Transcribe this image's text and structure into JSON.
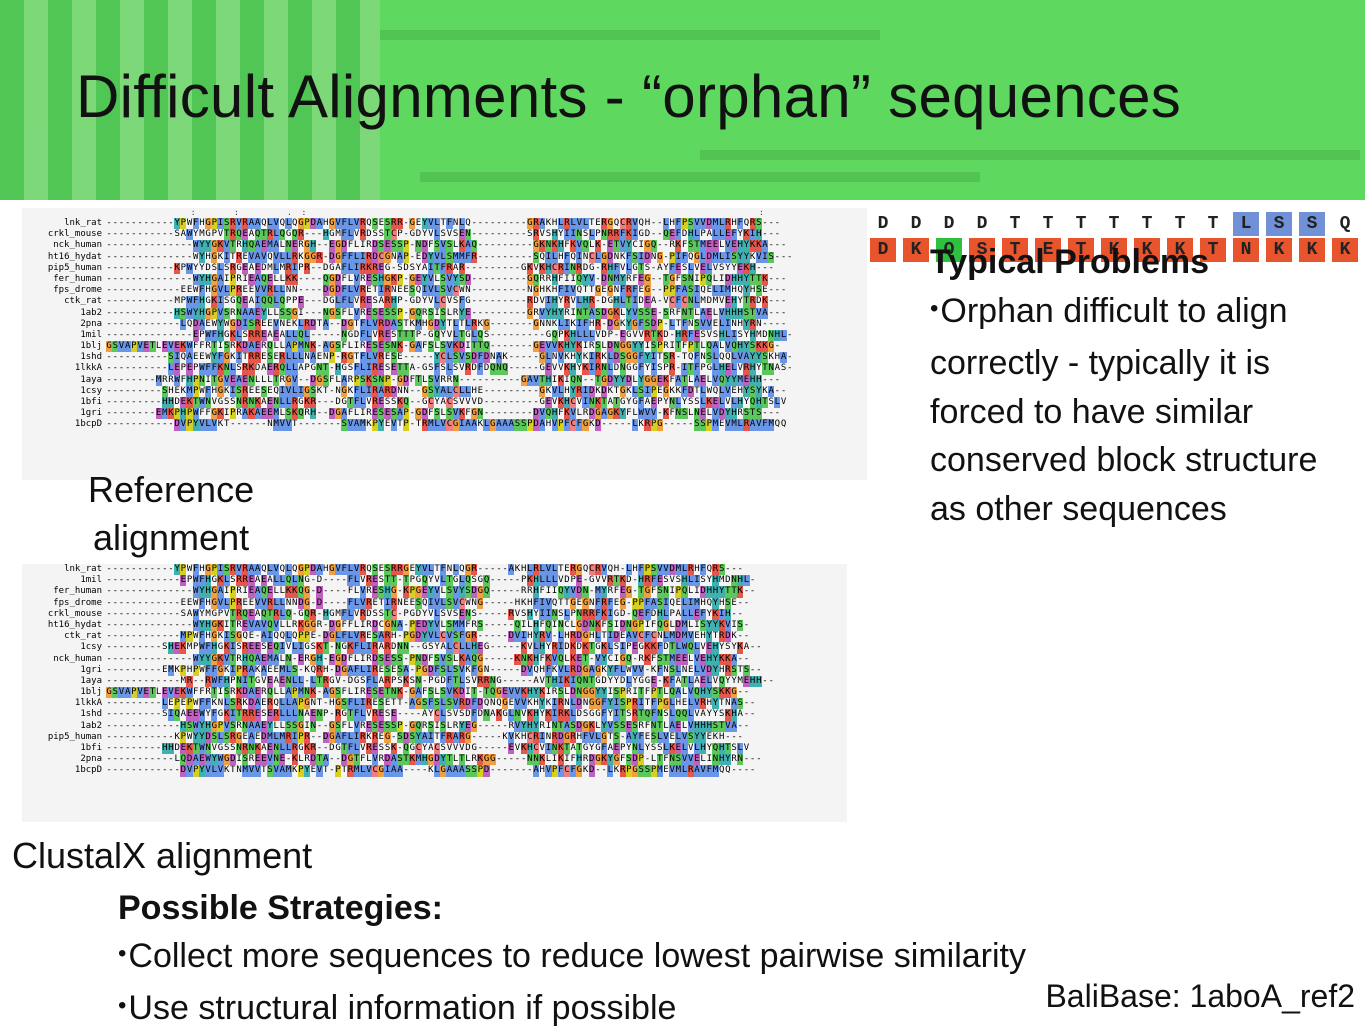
{
  "slide": {
    "title": "Difficult Alignments - “orphan” sequences",
    "reference_caption_line1": "Reference",
    "reference_caption_line2": "alignment",
    "clustal_caption": "ClustalX alignment",
    "citation": "BaliBase: 1aboA_ref2"
  },
  "typical_problems": {
    "heading": "Typical Problems",
    "bullet": "Orphan difficult to align correctly - typically it is forced to have similar conserved block structure as other sequences"
  },
  "possible_strategies": {
    "heading": "Possible Strategies:",
    "bullets": [
      "Collect more sequences to reduce lowest pairwise similarity",
      "Use structural information if possible"
    ]
  },
  "header_strip": {
    "top_row": [
      "D",
      "D",
      "D",
      "D",
      "T",
      "T",
      "T",
      "T",
      "T",
      "T",
      "T",
      "L",
      "S",
      "S",
      "Q"
    ],
    "bottom_row": [
      "D",
      "K",
      "Q",
      "S",
      "T",
      "E",
      "T",
      "K",
      "K",
      "K",
      "T",
      "N",
      "K",
      "K",
      "K"
    ]
  },
  "reference_alignment": {
    "ruler": "                  :        :          .  :                                                                                              :",
    "rows": [
      {
        "name": "lnk_rat",
        "seq": "-----------YPWFHGPISRVRAAQLVQLQGPDAHGVFLVRQSESRR-GEYVLTFNLQ---------GRAKHLRLVLTERGQCRVQH--LHFPSVVDMLRHFQRS---"
      },
      {
        "name": "crkl_mouse",
        "seq": "-----------SAWYMGPVTRQEAQTRLQGQR---HGMFLVRDSSTCP-GDYVLSVSEN---------SRVSHYIINSLPNRRFKIGD--QEFDHLPALLEFYKIH---"
      },
      {
        "name": "nck_human",
        "seq": "--------------WYYGKVTRHQAEMALNERGH--EGDFLIRDSESSP-NDFSVSLKAQ---------GKNKHFKVQLK-ETVYCIGQ--RKFSTMEELVEHYKKA---"
      },
      {
        "name": "ht16_hydat",
        "seq": "--------------WYHGKITREVAVQVLLRKGGR-DGFFLIRDCGNAP-EDYVLSMMFR---------SQILHFQINCLGDNKFSIDNG-PIFQGLDMLISYYKVIS---"
      },
      {
        "name": "pip5_human",
        "seq": "-----------KPWYYDSLSRGEAEDMLMRIPR--DGAFLIRKREG-SDSYAITFRAR---------GKVKHCRINRDG-RHFVLGTS-AYFESLVELVSYYEKH---"
      },
      {
        "name": "fer_human",
        "seq": "--------------WYHGAIPRIEAQELLKK----QGDFLVRESHGKP-GEYVLSVYSD---------GQRRHFIIQYV-DNMYRFEG--TGFSNIPQLIDHHYTTK---"
      },
      {
        "name": "fps_drome",
        "seq": "------------EEWFHGVLPREEVVRLLNN----DGDFLVRETIRNEESQIVLSVCWN---------NGHKHFIVQTTGEGNFRFEG--PPFASIQELIMHQYHSE---"
      },
      {
        "name": "ctk_rat",
        "seq": "-----------MPWFHGKISGQEAIQQLQPPE---DGLFLVRESARHP-GDYVLCVSFG---------RDVIHYRVLHR-DGHLTIDEA-VCFCNLMDMVEHYTRDK---"
      },
      {
        "name": "1ab2",
        "seq": "-----------HSWYHGPVSRNAAEYLLSSGI---NGSFLVRESESSP-GQRSISLRYE---------GRVYHYRINTASDGKLYVSSE-SRFNTLAELVHHHSTVA---"
      },
      {
        "name": "2pna",
        "seq": "------------LQDAEWYWGDISREEVNEKLRDTA--DGTFLVRDASTKMHGDYTLTLRKG-------GNNKLIKIFHR-DGKYGFSDP-LTFNSVVELINHYRN----"
      },
      {
        "name": "1mil",
        "seq": "--------------EPWFHGKLSRREAEALLQL-----NGDFLVRESTTTP-GQYVLTGLQS---------GQPKHLLLVDP-EGVVRTKD-HRFESVSHLISYHMDNHL-"
      },
      {
        "name": "1blj",
        "seq": "GSVAPVETLEVEKWFFRTISRKDAERQLLAPMNK-AGSFLIRESESNK-GAFSLSVKDITTQ-------GEVVKHYKIRSLDNGGYYISPRITFPTLQALVQHYSKKG-"
      },
      {
        "name": "1shd",
        "seq": "----------SIQAEEWYFGKITRRESERLLLNAENP-RGTFLVRESE-----YCLSVSDFDNAK-----GLNVKHYKIRKLDSGGFYITSR-TQFNSLQQLVAYYSKHA-"
      },
      {
        "name": "1lkkA",
        "seq": "----------LEPEPWFFKNLSRKDAERQLLAPGNT-HGSFLIRESETTA-GSFSLSVRDFDQNQ-----GEVVKHYKIRNLDNGGFYISPR-ITFPGLHELVRHYTNAS-"
      },
      {
        "name": "1aya",
        "seq": "--------MRRWFHPNITGVEAENLLLTRGV--DGSFLARPSKSNP-GDFTLSVRRN----------GAVTHIKIQN--TGDYYDLYGGEKFATLAELVQYYMEHH---"
      },
      {
        "name": "1csy",
        "seq": "---------SHEKMPWFHGKISREESEQIVLIGSKT-NGKFLIRARDNN--GSYALCLLHE---------GKVLHYRIDKDKTGKLSIPEGKKFDTLWQLVEHYSYKA--"
      },
      {
        "name": "1bfi",
        "seq": "---------HHDEKTWNVGSSNRNKAENLLRGKR---DGTFLVRESSKQ--GCYACSVVVD---------GEVKHCVINKTATGYGFAEPYNLYSSLKELVLHYQHTSLV"
      },
      {
        "name": "1gri",
        "seq": "--------EMKPHPWFFGKIPRAKAEEMLSKQRH--DGAFLIRESESAP-GDFSLSVKFGN--------DVQHFKVLRDGAGKYFLWVV-KFNSLNELVDYHRSTS---"
      },
      {
        "name": "1bcpD",
        "seq": "-----------DVPYVLVKT------NMVVT-------SVAMKPYEVTP-TRMLVCGIAAKLGAAASSPDAHVPFCFGKD-----LKRPG-----SSPMEVMLRAVFMQQ"
      }
    ]
  },
  "clustal_alignment": {
    "rows": [
      {
        "name": "lnk_rat",
        "seq": "-----------YPWFHGPISRVRAAQLVQLQGPDAHGVFLVRQSESRRGEYVLTFNLQGR-----AKHLRLVLTERGQCRVQH-LHFPSVVDMLRHFQRS---"
      },
      {
        "name": "1mil",
        "seq": "------------EPWFHGKLSRREAEALLQLNG-D----FLVRESTT-TPGQYVLTGLQSGQ-----PKHLLLVDPE-GVVRTKD-HRFESVSHLISYHMDNHL-"
      },
      {
        "name": "fer_human",
        "seq": "--------------WYHGAIPRIEAQELLKKQG-D----FLVRESHG-KPGEYVLSVYSDGQ-----RRHFIIQYVDN-MYRFEG-TGFSNIPQLIDHHYTTK--"
      },
      {
        "name": "fps_drome",
        "seq": "------------EEWFHGVLPREEVVRLLNNDG-D----FLVRETIRNEESQIVLSVCWNG-----HKHFIVQTTGEGNFRFEG-PPFASIQELIMHQYHSE--"
      },
      {
        "name": "crkl_mouse",
        "seq": "------------SAWYMGPVTRQEAQTRLQ-GQR-HGMFLVRDSSTC-PGDYVLSVSENS-----RVSHYIINSLPNRRFKIGD-QEFDHLPALLEFYKIH--"
      },
      {
        "name": "ht16_hydat",
        "seq": "--------------WYHGKITREVAVQVLLRKGGR-DGFFLIRDCGNA-PEDYVLSMMFRS-----QILHFQINCLGDNKFSIDNGPIFQGLDMLISYYKVIS-"
      },
      {
        "name": "ctk_rat",
        "seq": "------------MPWFHGKISGQE-AIQQLQPPE-DGLFLVRESARH-PGDYVLCVSFGR-----DVIHYRV-LHRDGHLTIDEAVCFCNLMDMVEHYTRDK--"
      },
      {
        "name": "1csy",
        "seq": "---------SHEKMPWFHGKISREESEQIVLIGSKT-NGKFLIRARDNN--GSYALCLLHEG-----KVLHYRIDKDKTGKLSIPEGKKFDTLWQLVEHYSYKA--"
      },
      {
        "name": "nck_human",
        "seq": "--------------WYYGKVTRHQAEMALN-ERGH-EGDFLIRDSESS-PNDFSVSLKAQG-----KNKHFKVQLKET-VYCIGQ-RKFSTMEELVEHYKKA--"
      },
      {
        "name": "1gri",
        "seq": "---------EMKPHPWFFGKIPRAKAEEMLS-KQRH-DGAFLIRESESA-PGDFSLSVKFGN-----DVQHFKVLRDGAGKYFLWVV-KFNSLNELVDYHRSTS--"
      },
      {
        "name": "1aya",
        "seq": "------------MR--RWFHPNITGVEAENLL-LTRGV-DGSFLARPSKSN-PGDFTLSVRRNG-----AVTHIKIQNTGDYYDLYGGE-KFATLAELVQYYMEHH--"
      },
      {
        "name": "1blj",
        "seq": "GSVAPVETLEVEKWFFRTISRKDAERQLLAPMNK-AGSFLIRESETNK-GAFSLSVKDIT-TQGEVVKHYKIRSLDNGGYYISPRITFPTLQALVQHYSKKG--"
      },
      {
        "name": "1lkkA",
        "seq": "---------LEPEPWFFKNLSRKDAERQLLAPGNT-HGSFLIRESETT-AGSFSLSVRDFDQNQGEVVKHYKIRNLDNGGFYISPRITFPGLHELVRHYTNAS--"
      },
      {
        "name": "1shd",
        "seq": "---------SIQAEEWYFGKITRRESERLLLNAENP-RGTFLVRESE----AYCLSVSDFDNAKGLNVKHYKIRKLDSGGFYITSRTQFNSLQQLVAYYSKHA--"
      },
      {
        "name": "1ab2",
        "seq": "------------HSWYHGPVSRNAAEYLLSSGIN--GSFLVRESESSP-GQRSISLRYEG-----RVYHYRINTASDGKLYVSSESRFNTLAELVHHHSTVA--"
      },
      {
        "name": "pip5_human",
        "seq": "-----------KPWYYDSLSRGEAEDMLMRIPR--DGAFLIRKREG-SDSYAITFRARG-----KVKHCRINRDGRHFVLGTS-AYFESLVELVSYYEKH---"
      },
      {
        "name": "1bfi",
        "seq": "---------HHDEKTWNVGSSNRNKAENLLRGKR--DGTFLVRESSK-QGCYACSVVVDG-----EVKHCVINKTATGYGFAEPYNLYSSLKELVLHYQHTSLV"
      },
      {
        "name": "2pna",
        "seq": "-----------LQDAEWYWGDISREEVNE-KLRDTA--DGTFLVRDASTKMHGDYTLTLRKGG-----NNKLIKIFHRDGKYGFSDP-LTFNSVVELINHYRN---"
      },
      {
        "name": "1bcpD",
        "seq": "------------DVPYVLVKTNMVVTSVAMKPYEVT-PTRMLVCGIAA----KLGAAASSPD-------AHVPFCFGKD--LKRPGSSPMEVMLRAVFMQQ----"
      }
    ]
  },
  "residue_colors": {
    "hydrophobic": "#6a96e8",
    "positive": "#e6564a",
    "negative": "#c060c0",
    "polar": "#5cc85c",
    "glycine": "#f0a040",
    "proline": "#d8d020",
    "aromatic": "#40b0b0",
    "cysteine": "#f08080"
  },
  "theme": {
    "banner_green": "#5fd860",
    "strip_orange": "#e8542c",
    "strip_blue": "#7090d8",
    "strip_green": "#30c040"
  }
}
